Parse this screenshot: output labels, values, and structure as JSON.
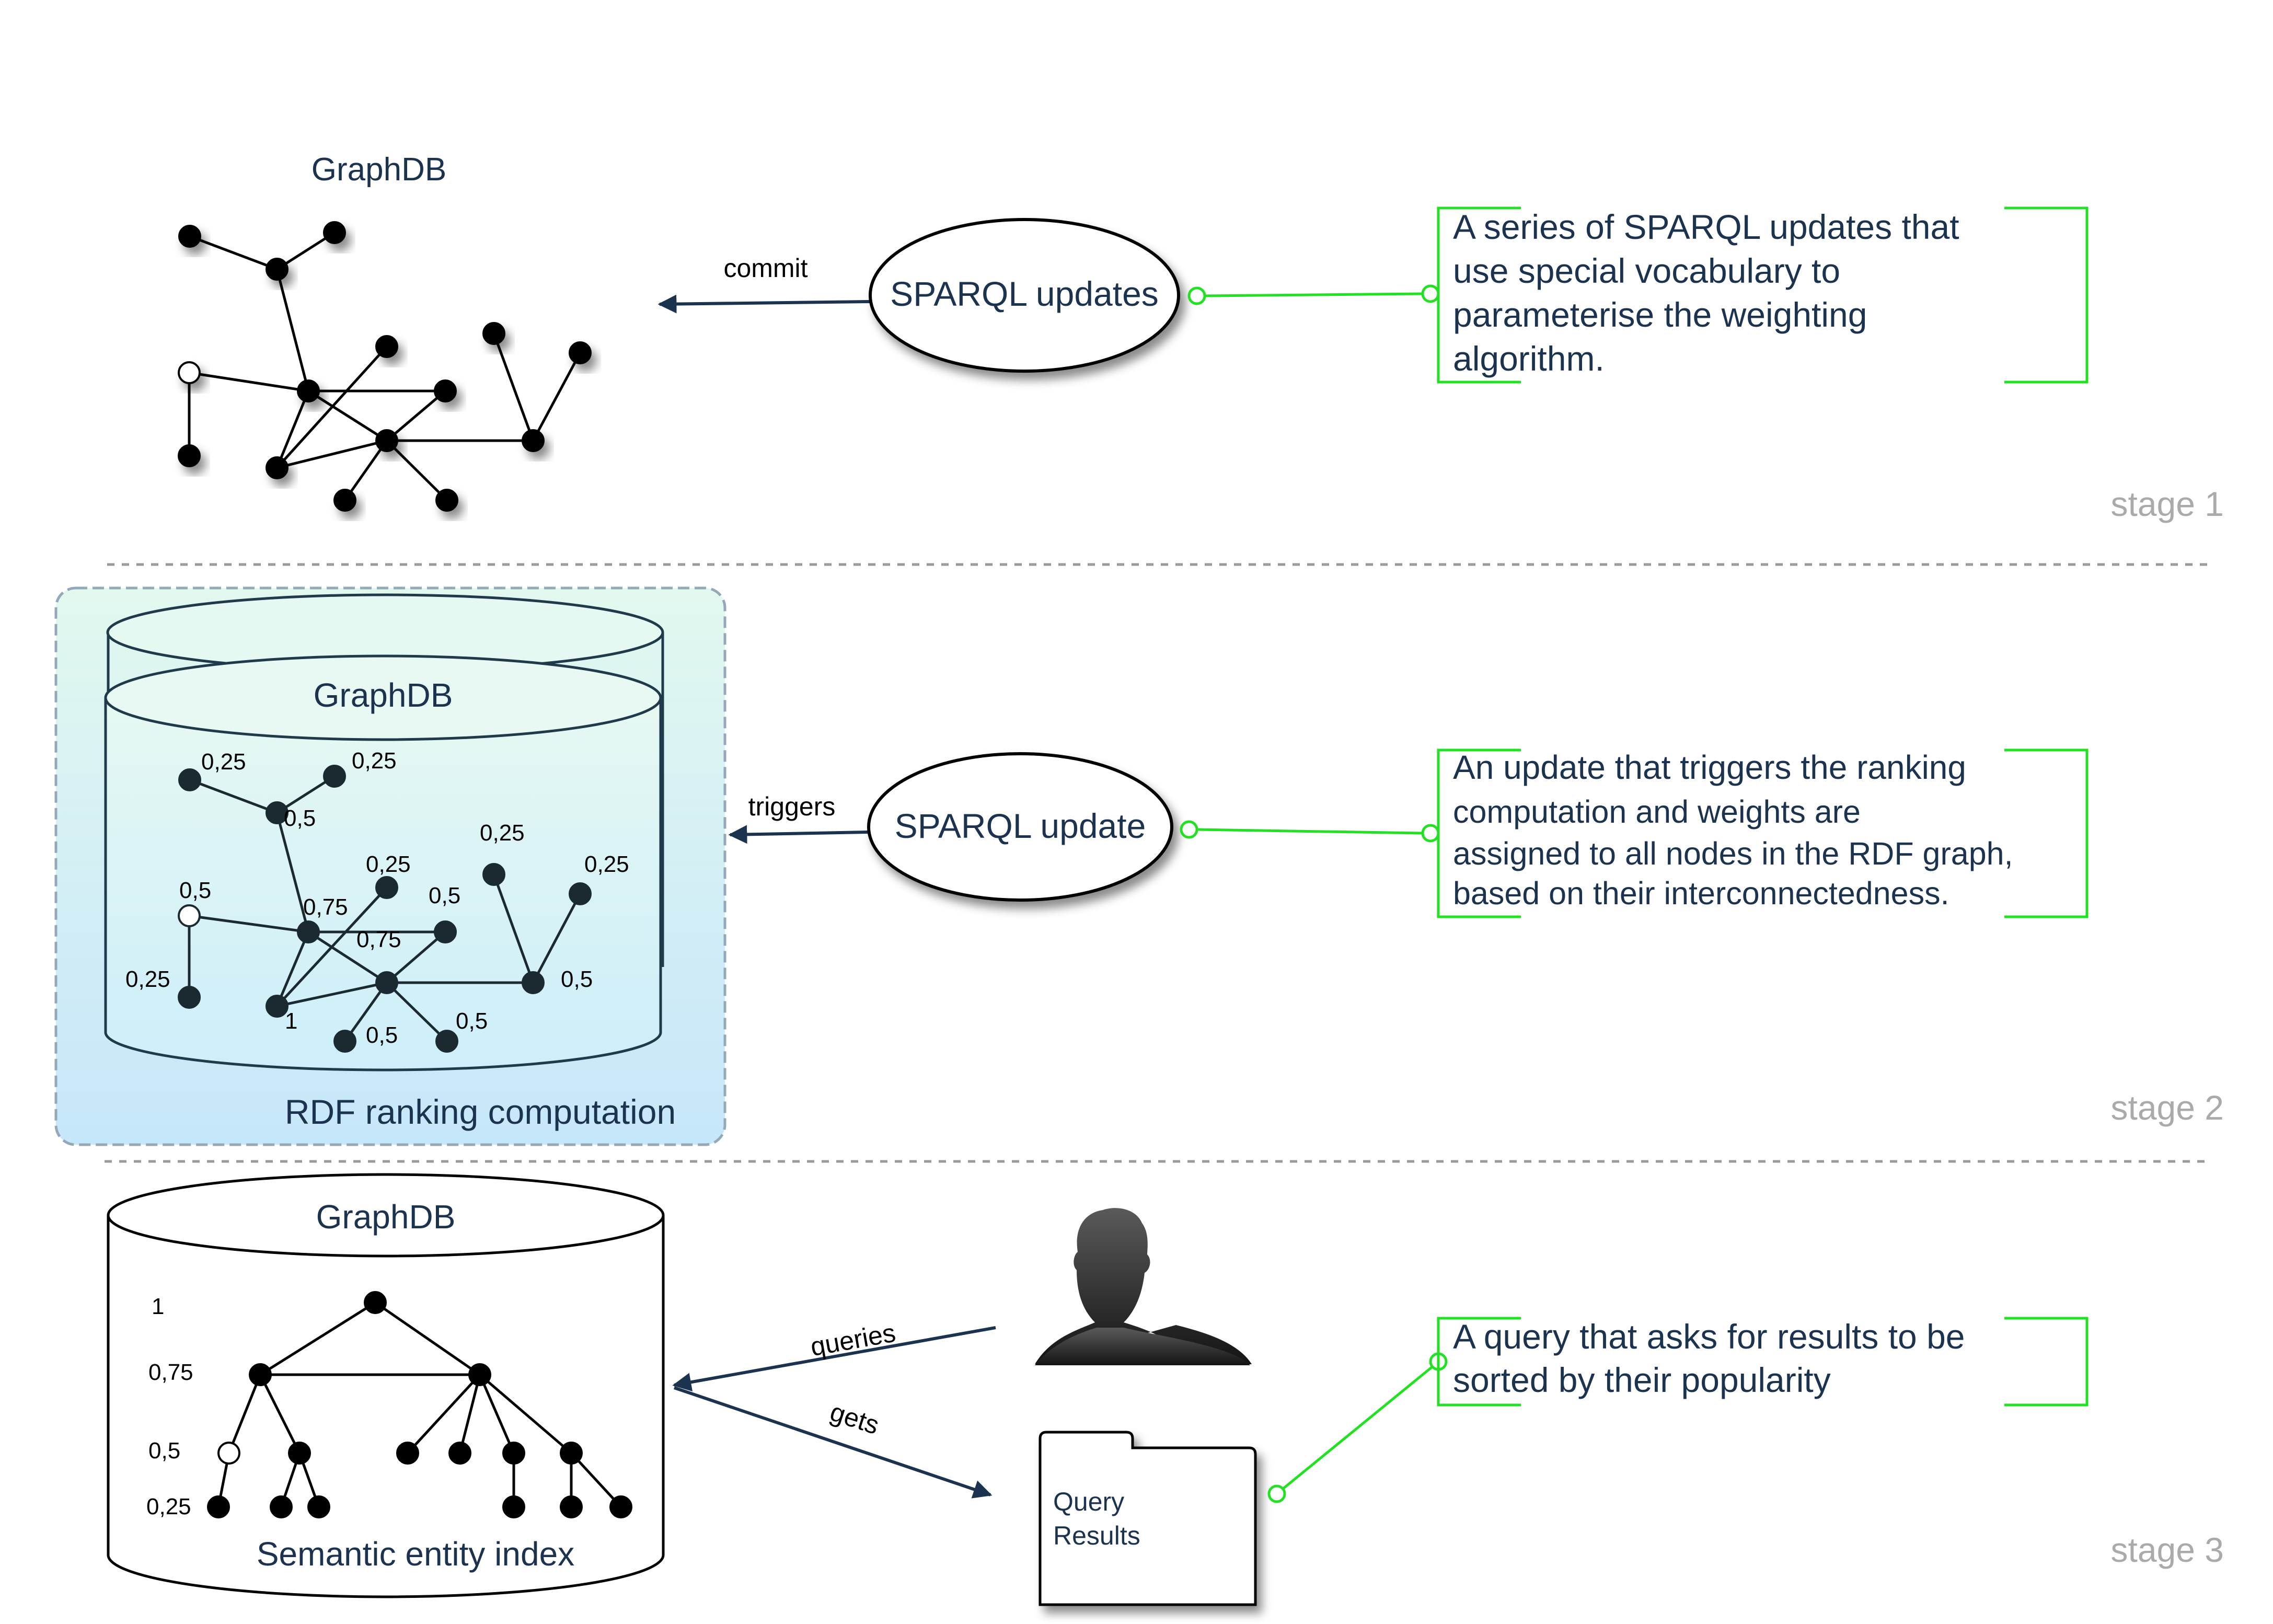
{
  "colors": {
    "navy": "#1c3350",
    "note_green": "#22e022",
    "stage_gray": "#aaaaaa",
    "panel_fill_top": "#e2f8ef",
    "panel_fill_bottom": "#c6e6fa",
    "panel_border": "#93a8b8",
    "divider": "#9a9a9a",
    "node_dark": "#1b2a30",
    "node_black": "#000000"
  },
  "stage1": {
    "graph_title": "GraphDB",
    "arrow_label": "commit",
    "ellipse_label": "SPARQL updates",
    "note_lines": [
      "A series of SPARQL updates that",
      "use special vocabulary to",
      "parameterise the weighting",
      "algorithm."
    ],
    "stage_label": "stage 1"
  },
  "stage2": {
    "db_title": "GraphDB",
    "panel_label": "RDF ranking computation",
    "arrow_label": "triggers",
    "ellipse_label": "SPARQL update",
    "note_lines": [
      "An update that triggers the ranking",
      "computation and weights are",
      "assigned to all nodes in the RDF graph,",
      "based on their interconnectedness."
    ],
    "stage_label": "stage 2",
    "node_weights": [
      "0,25",
      "0,25",
      "0,5",
      "0,25",
      "0,25",
      "0,25",
      "0,5",
      "0,5",
      "0,75",
      "0,75",
      "0,5",
      "0,25",
      "1",
      "0,5",
      "0,5"
    ]
  },
  "stage3": {
    "db_title": "GraphDB",
    "db_caption": "Semantic entity index",
    "level_labels": [
      "1",
      "0,75",
      "0,5",
      "0,25"
    ],
    "queries_label": "queries",
    "gets_label": "gets",
    "folder_label_lines": [
      "Query",
      "Results"
    ],
    "note_lines": [
      "A query that asks for results to be",
      "sorted by their popularity"
    ],
    "stage_label": "stage 3"
  },
  "icons": {
    "user": "user-silhouette-icon",
    "folder": "folder-icon"
  }
}
